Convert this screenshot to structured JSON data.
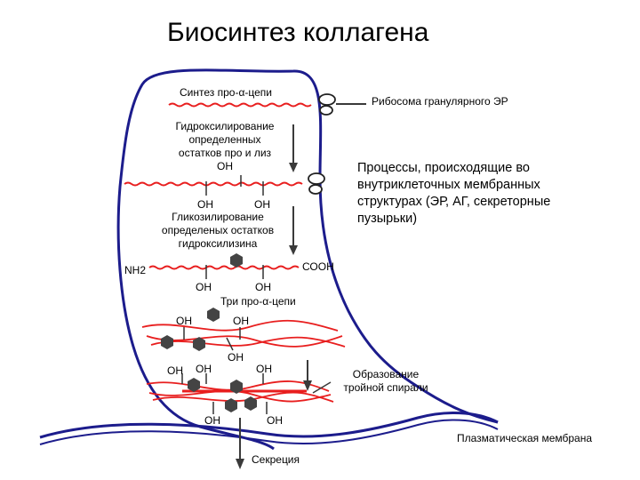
{
  "title": "Биосинтез коллагена",
  "labels": {
    "synthesis": "Синтез про-α-цепи",
    "ribosome": "Рибосома гранулярного ЭР",
    "hydroxylation": [
      "Гидроксилирование",
      "определенных",
      "остатков про и лиз",
      "ОН"
    ],
    "oh_pair_1": [
      "ОН",
      "ОН"
    ],
    "glycosylation": [
      "Гликозилирование",
      "определеных остатков",
      "гидроксилизина"
    ],
    "nh2": "NH2",
    "cooh": "СООН",
    "oh_pair_2": [
      "ОН",
      "ОН"
    ],
    "three_chains": "Три про-α-цепи",
    "oh_pair_3": [
      "ОН",
      "ОН"
    ],
    "oh_row_4": [
      "ОН",
      "ОН",
      "ОН",
      "ОН"
    ],
    "oh_pair_5": [
      "ОН",
      "ОН"
    ],
    "processes": [
      "Процессы, происходящие во",
      "внутриклеточных мембранных",
      "структурах (ЭР, АГ, секреторные",
      "пузырьки)"
    ],
    "triple_helix": [
      "Образование",
      "тройной спирали"
    ],
    "plasma_membrane": "Плазматическая мембрана",
    "secretion": "Секреция"
  },
  "colors": {
    "membrane": "#1c1c8c",
    "chain": "#e81e1e",
    "arrow": "#3a3a3a",
    "sugar": "#444444",
    "text": "#000000"
  }
}
